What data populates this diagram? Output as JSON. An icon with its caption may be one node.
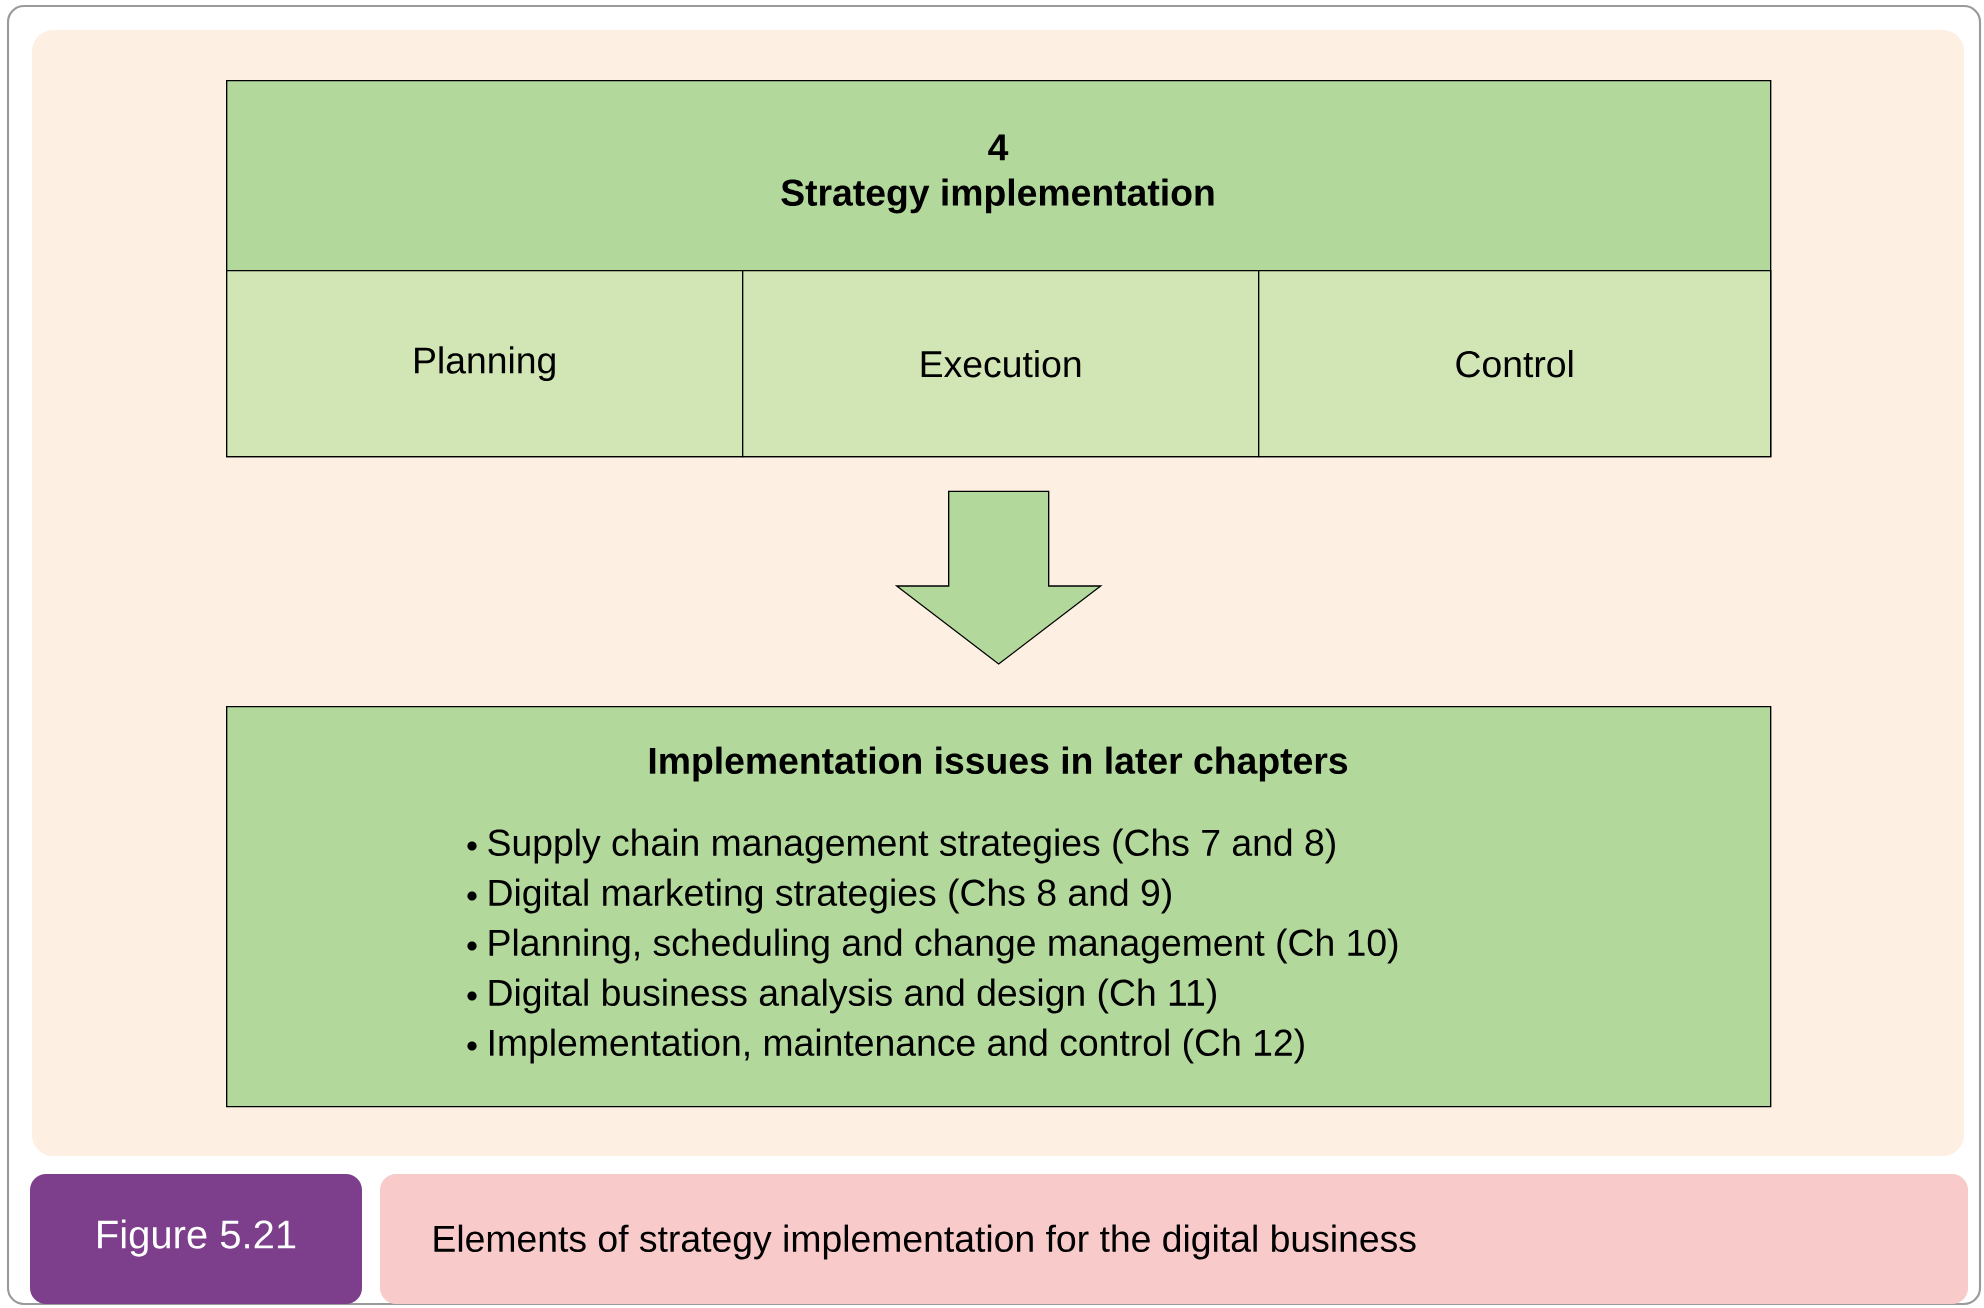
{
  "diagram": {
    "caption": "Elements of strategy implementation for the digital business",
    "nodes": [
      {
        "text": [
          "4",
          "Strategy implementation"
        ]
      },
      {
        "text": [
          "Planning"
        ],
        "in": 0
      },
      {
        "text": [
          "Execution"
        ],
        "in": 0
      },
      {
        "text": [
          "Control"
        ],
        "in": 0
      },
      {
        "text": [
          "Implementation issues in later chapters",
          "Supply chain management strategies (Chs 7 and 8)",
          "Digital marketing strategies (Chs 8 and 9)",
          "Planning, scheduling and change management (Ch 10)",
          "Digital business analysis and design (Ch 11)",
          "Implementation, maintenance and control (Ch 12)"
        ]
      }
    ],
    "edges": [
      {
        "from": 0,
        "to": 4,
        "arrow": "to"
      }
    ],
    "labels": [
      "Figure 5.21"
    ]
  }
}
